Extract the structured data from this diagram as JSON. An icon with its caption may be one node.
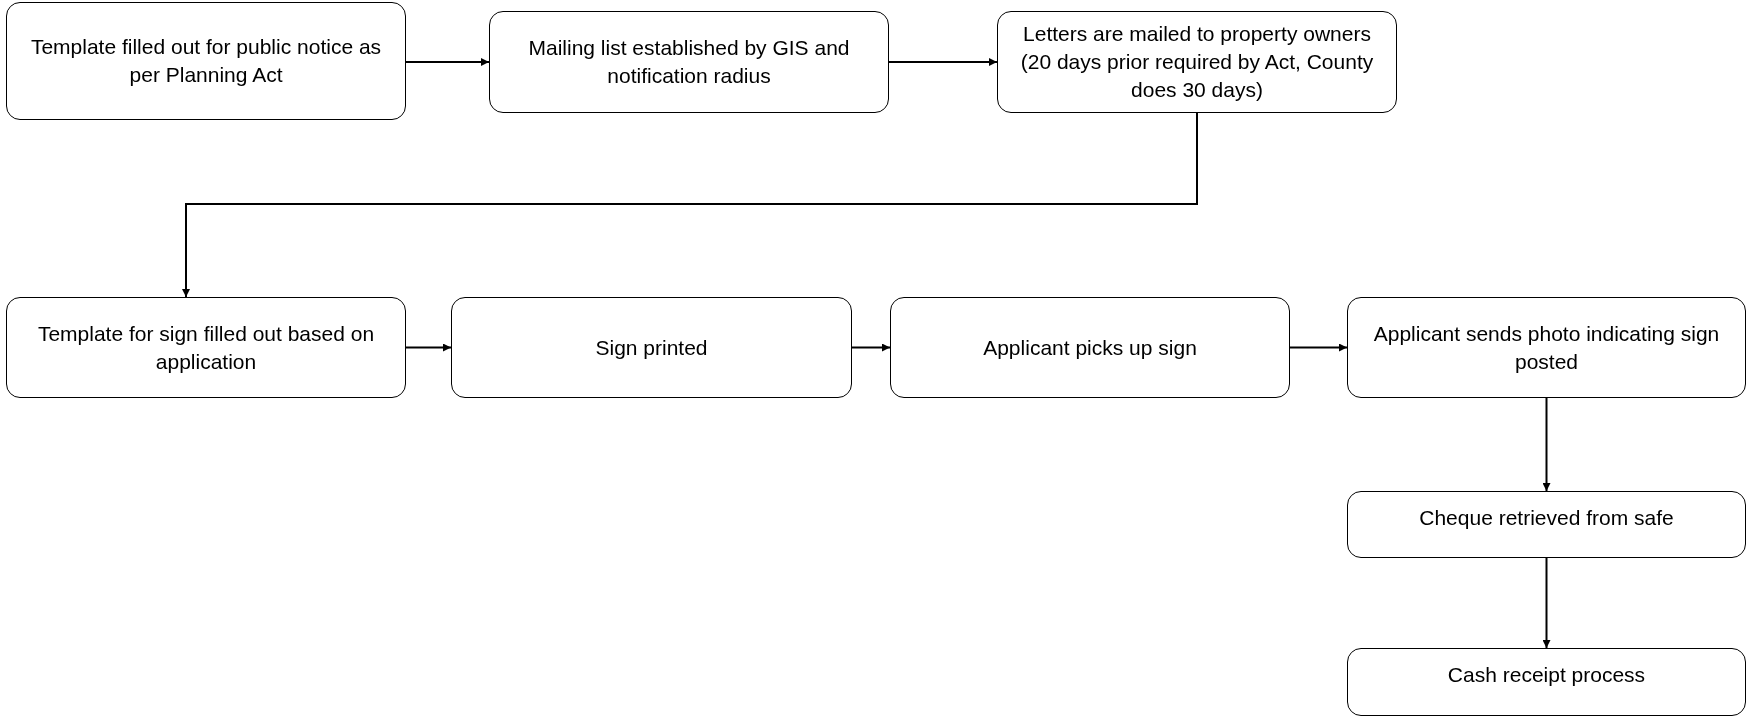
{
  "diagram": {
    "nodes": [
      {
        "text": [
          "Template filled out for public notice as per Planning Act"
        ]
      },
      {
        "text": [
          "Mailing list established by GIS and notification radius"
        ]
      },
      {
        "text": [
          "Letters are mailed to property owners (20 days prior required by Act, County does 30 days)"
        ]
      },
      {
        "text": [
          "Template for sign filled out based on application"
        ]
      },
      {
        "text": [
          "Sign printed"
        ]
      },
      {
        "text": [
          "Applicant picks up sign"
        ]
      },
      {
        "text": [
          "Applicant sends photo indicating sign posted"
        ]
      },
      {
        "text": [
          "Cheque retrieved from safe"
        ]
      },
      {
        "text": [
          "Cash receipt process"
        ]
      }
    ],
    "edges": [
      {
        "from": 0,
        "to": 1,
        "arrow": "to"
      },
      {
        "from": 1,
        "to": 2,
        "arrow": "to"
      },
      {
        "from": 2,
        "to": 3,
        "arrow": "to"
      },
      {
        "from": 3,
        "to": 4,
        "arrow": "to"
      },
      {
        "from": 4,
        "to": 5,
        "arrow": "to"
      },
      {
        "from": 5,
        "to": 6,
        "arrow": "to"
      },
      {
        "from": 6,
        "to": 7,
        "arrow": "to"
      },
      {
        "from": 7,
        "to": 8,
        "arrow": "to"
      }
    ]
  }
}
